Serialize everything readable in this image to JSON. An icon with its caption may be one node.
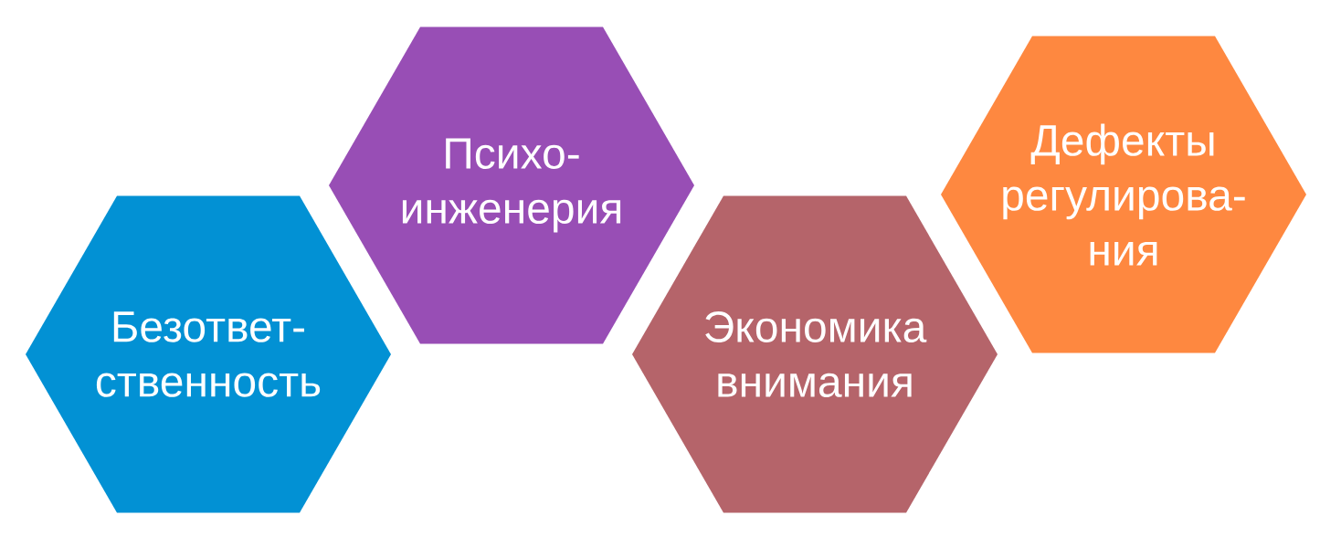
{
  "diagram": {
    "nodes": [
      {
        "text": [
          "Безответ- ственность"
        ]
      },
      {
        "text": [
          "Психо- инженерия"
        ]
      },
      {
        "text": [
          "Экономика внимания"
        ]
      },
      {
        "text": [
          "Дефекты регулирова- ния"
        ]
      }
    ]
  }
}
